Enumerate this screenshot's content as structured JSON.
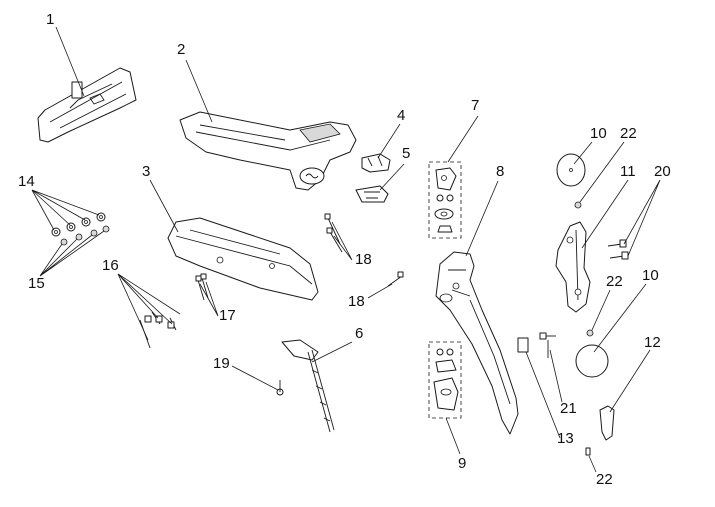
{
  "diagram": {
    "labels": {
      "p1": "1",
      "p2": "2",
      "p3": "3",
      "p4": "4",
      "p5": "5",
      "p6": "6",
      "p7": "7",
      "p8": "8",
      "p9": "9",
      "p10a": "10",
      "p10b": "10",
      "p11": "11",
      "p12": "12",
      "p13": "13",
      "p14": "14",
      "p15": "15",
      "p16": "16",
      "p17": "17",
      "p18": "18",
      "p18b": "18",
      "p19": "19",
      "p20": "20",
      "p21": "21",
      "p22a": "22",
      "p22b": "22",
      "p22c": "22"
    }
  }
}
